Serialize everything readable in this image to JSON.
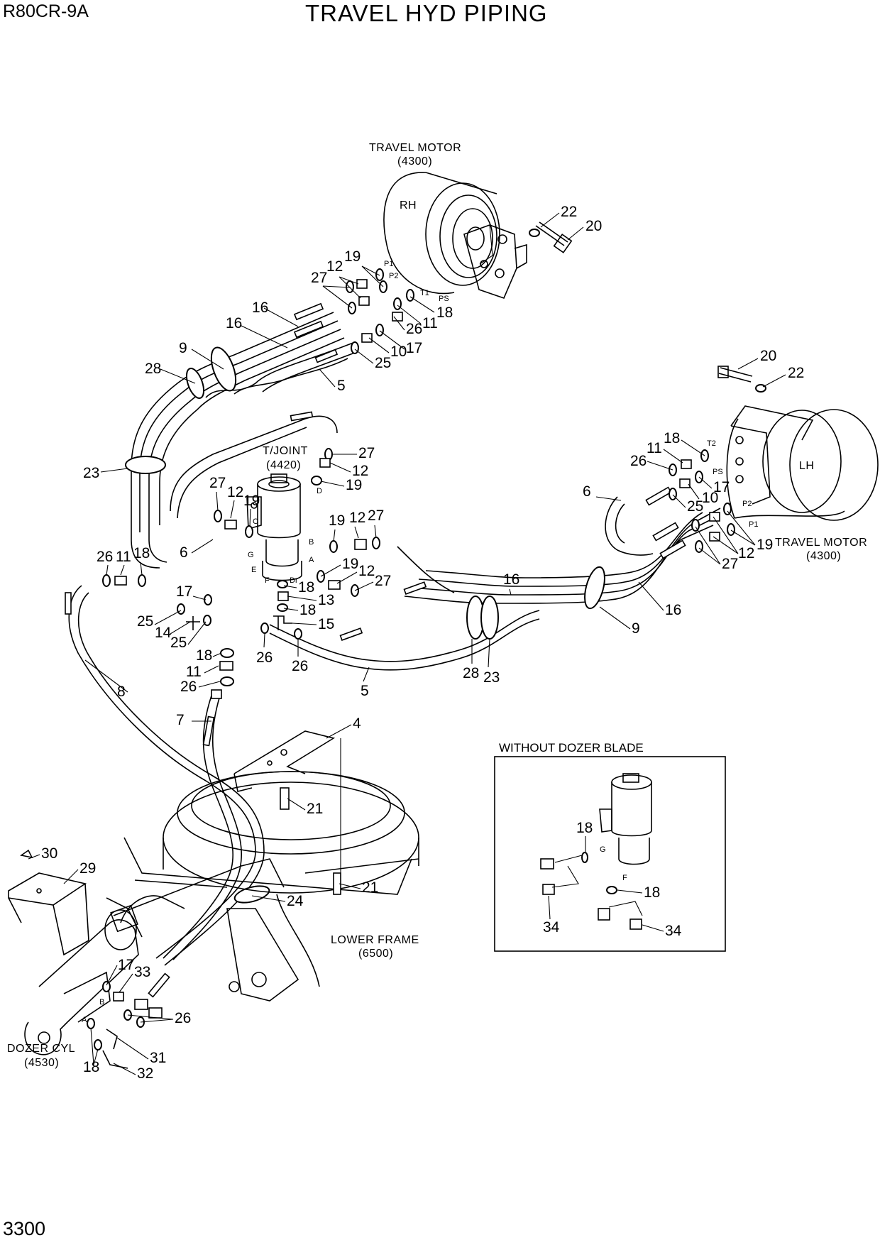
{
  "header": {
    "model": "R80CR-9A",
    "title": "TRAVEL HYD PIPING",
    "page_number": "3300"
  },
  "labels": {
    "travel_motor_rh": "TRAVEL MOTOR",
    "travel_motor_rh_ref": "(4300)",
    "rh": "RH",
    "travel_motor_lh": "TRAVEL MOTOR",
    "travel_motor_lh_ref": "(4300)",
    "lh": "LH",
    "t_joint": "T/JOINT",
    "t_joint_ref": "(4420)",
    "lower_frame": "LOWER FRAME",
    "lower_frame_ref": "(6500)",
    "dozer_cyl": "DOZER CYL",
    "dozer_cyl_ref": "(4530)",
    "inset_title": "WITHOUT DOZER BLADE"
  },
  "ports": {
    "p1": "P1",
    "p2": "P2",
    "t1": "T1",
    "ps": "PS",
    "t2": "T2",
    "ps_lh": "PS",
    "p2_lh": "P2",
    "p1_lh": "P1",
    "c": "C",
    "d": "D",
    "b": "B",
    "a": "A",
    "e": "E",
    "f": "F",
    "g": "G",
    "dr": "Dr",
    "dozer_a": "A",
    "dozer_b": "B",
    "inset_g": "G",
    "inset_f": "F"
  },
  "callouts": {
    "c22_rh": "22",
    "c20_rh": "20",
    "c19_rh": "19",
    "c12_rh": "12",
    "c27_rh": "27",
    "c18_rh": "18",
    "c11_rh": "11",
    "c26_rh": "26",
    "c17_rh": "17",
    "c10_rh": "10",
    "c25_rh": "25",
    "c16a": "16",
    "c16b": "16",
    "c9": "9",
    "c28": "28",
    "c5": "5",
    "c23": "23",
    "c27_tj": "27",
    "c12_tj": "12",
    "c19_tj": "19",
    "c27_l": "27",
    "c12_l": "12",
    "c19_l": "19",
    "c19_b": "19",
    "c12_b": "12",
    "c27_b": "27",
    "c6": "6",
    "c26_l": "26",
    "c11_l": "11",
    "c18_l": "18",
    "c17_l": "17",
    "c25_l": "25",
    "c14": "14",
    "c25_l2": "25",
    "c18_m": "18",
    "c13": "13",
    "c18_m2": "18",
    "c15": "15",
    "c19_a": "19",
    "c12_a": "12",
    "c27_a": "27",
    "c26_m": "26",
    "c26_m2": "26",
    "c18_lo": "18",
    "c11_lo": "11",
    "c26_lo": "26",
    "c8": "8",
    "c7": "7",
    "c5_lo": "5",
    "c28_lo": "28",
    "c23_lo": "23",
    "c16_mid": "16",
    "c16_rt": "16",
    "c9_rt": "9",
    "c6_rt": "6",
    "c20_lh": "20",
    "c22_lh": "22",
    "c18_lh": "18",
    "c11_lh": "11",
    "c26_lh": "26",
    "c17_lh": "17",
    "c10_lh": "10",
    "c25_lh": "25",
    "c19_lh": "19",
    "c12_lh": "12",
    "c27_lh": "27",
    "c4": "4",
    "c21a": "21",
    "c21b": "21",
    "c24": "24",
    "c30": "30",
    "c29": "29",
    "c17_dz": "17",
    "c33": "33",
    "c26_dz": "26",
    "c31": "31",
    "c32": "32",
    "c18_dz": "18",
    "c18_in1": "18",
    "c18_in2": "18",
    "c34a": "34",
    "c34b": "34"
  }
}
